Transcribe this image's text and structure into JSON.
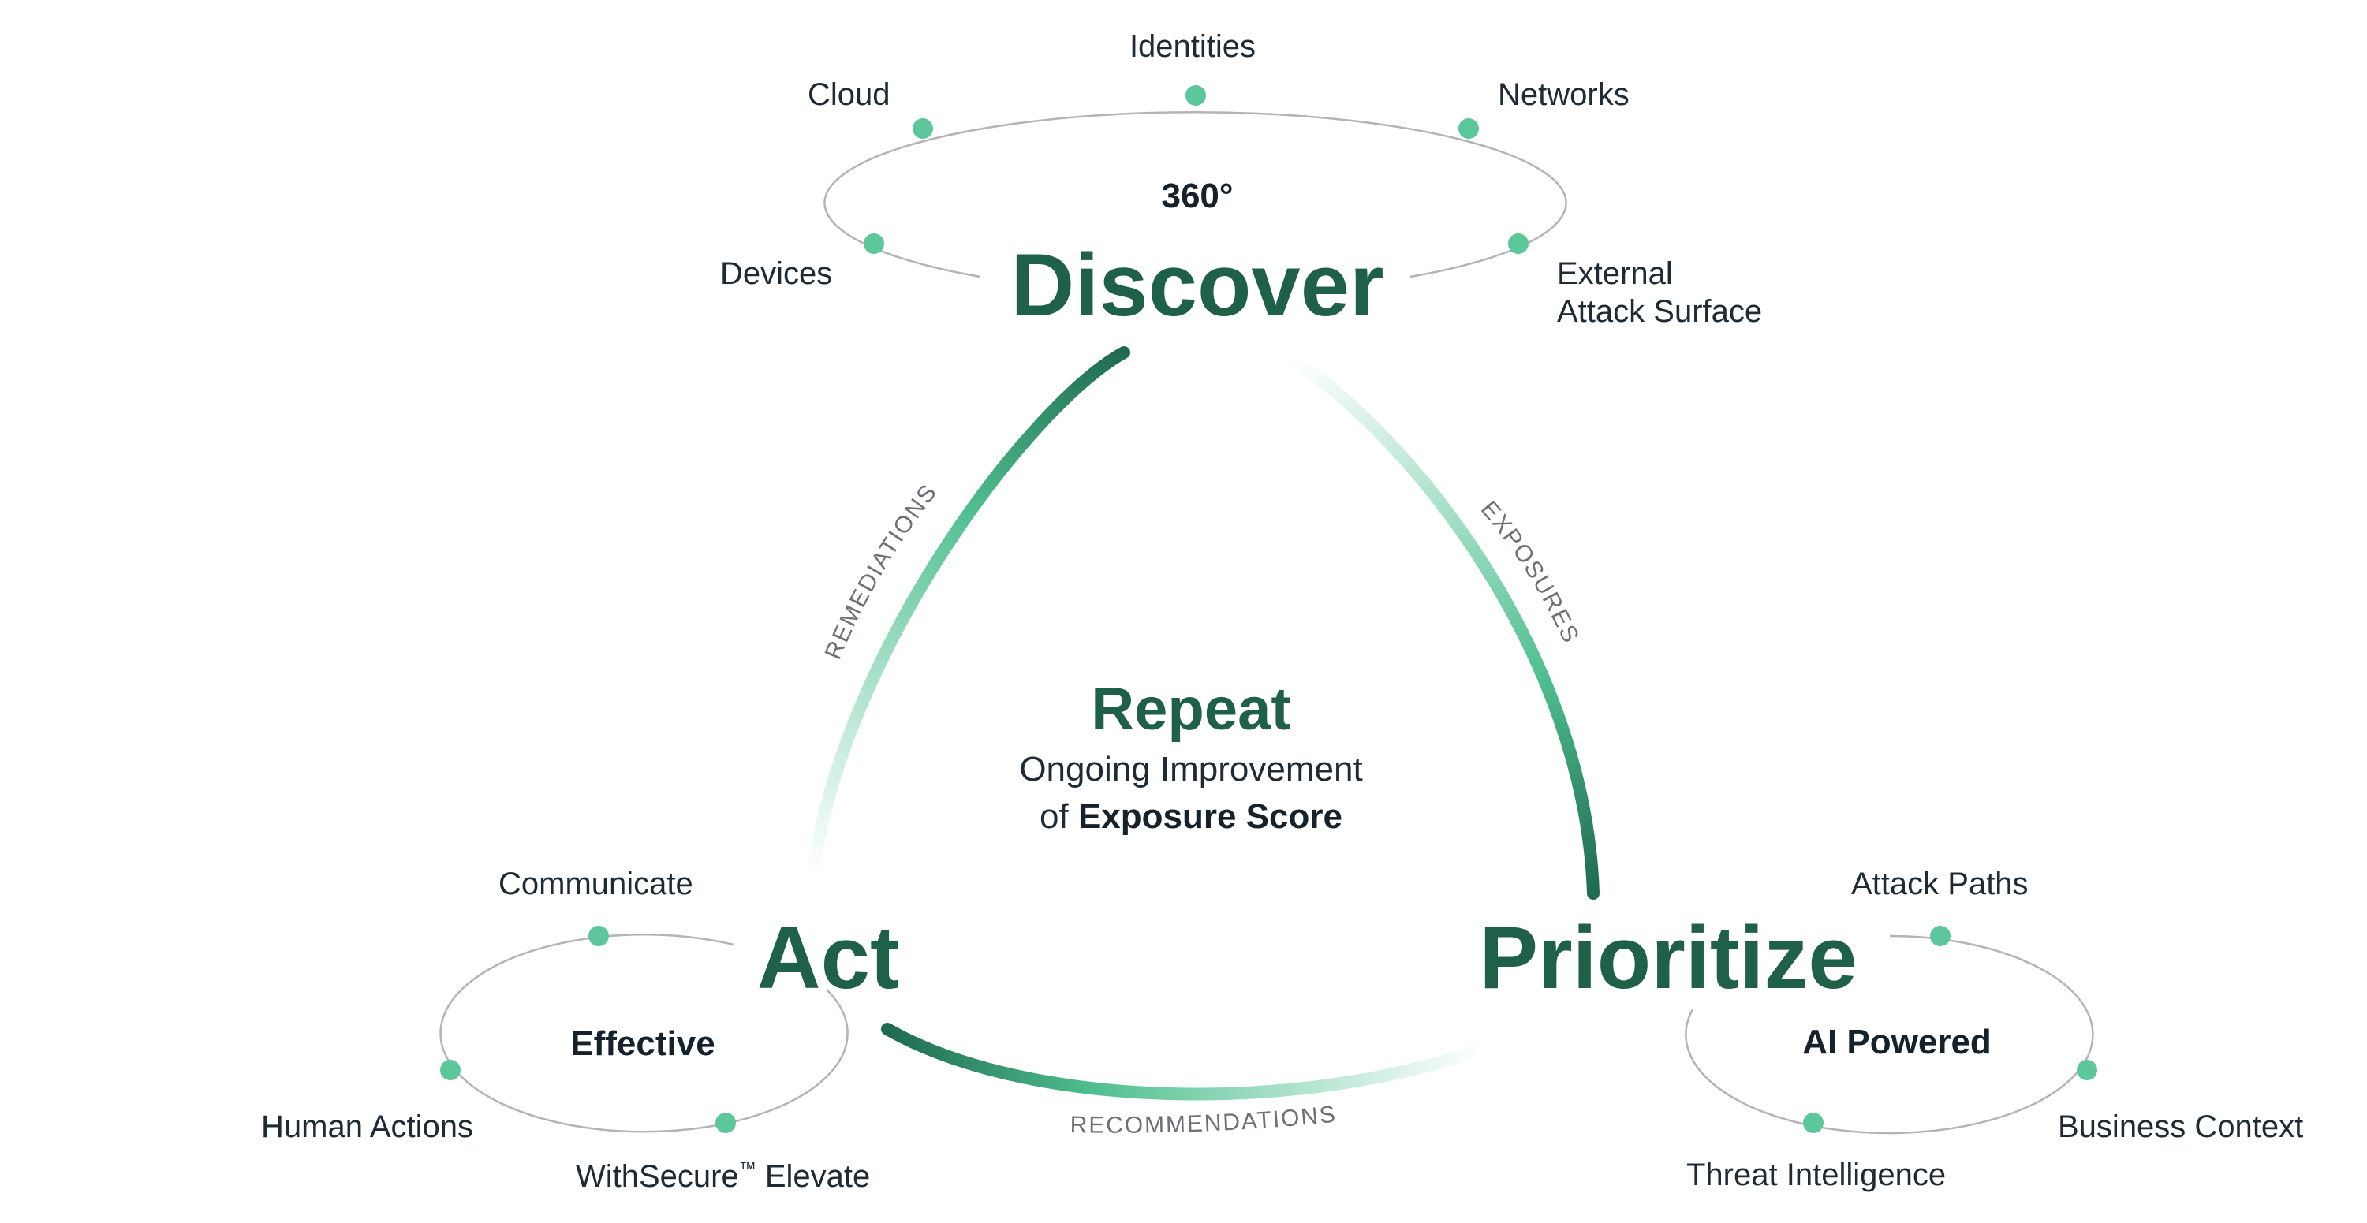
{
  "discover": {
    "title": "Discover",
    "subtitle": "360°",
    "items": [
      "Identities",
      "Cloud",
      "Networks",
      "Devices",
      "External",
      "Attack Surface"
    ]
  },
  "act": {
    "title": "Act",
    "subtitle": "Effective",
    "items": [
      "Communicate",
      "Human Actions",
      "WithSecure",
      "™",
      " Elevate"
    ]
  },
  "prioritize": {
    "title": "Prioritize",
    "subtitle": "AI Powered",
    "items": [
      "Attack Paths",
      "Business Context",
      "Threat Intelligence"
    ]
  },
  "center": {
    "title": "Repeat",
    "line1": "Ongoing Improvement",
    "line2_prefix": "of ",
    "line2_bold": "Exposure Score"
  },
  "arrows": {
    "left": "REMEDIATIONS",
    "right": "EXPOSURES",
    "bottom": "RECOMMENDATIONS"
  },
  "colors": {
    "heading": "#1f6049",
    "accent": "#5cc79a",
    "ring": "#b4b4b4",
    "text": "#1f2b34"
  }
}
